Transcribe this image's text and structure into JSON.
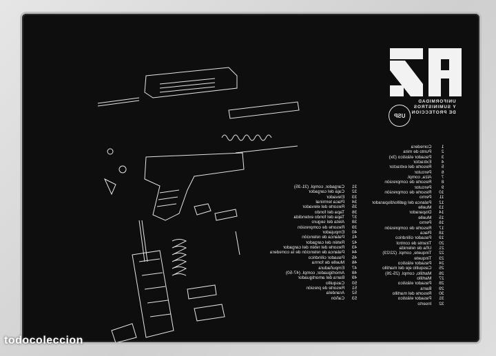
{
  "brand": {
    "logo_text": "HK",
    "slogan_lines": [
      "UNIFORMIDAD",
      "Y SUMINISTROS",
      "DE PROTECCION"
    ],
    "badge_text": "USP"
  },
  "watermark": "todocoleccion",
  "legend_left": [
    {
      "n": "1",
      "label": "Corredera"
    },
    {
      "n": "2",
      "label": "Punto de mira"
    },
    {
      "n": "3",
      "label": "Pasador elástico (3x)"
    },
    {
      "n": "4",
      "label": "Extractor"
    },
    {
      "n": "5",
      "label": "Resorte del extractor"
    },
    {
      "n": "6",
      "label": "Percutor"
    },
    {
      "n": "7",
      "label": "Alza, compl."
    },
    {
      "n": "8",
      "label": "Resorte de compresión"
    },
    {
      "n": "9",
      "label": "Percutor"
    },
    {
      "n": "10",
      "label": "Resorte de compresión"
    },
    {
      "n": "11",
      "label": "Perno"
    },
    {
      "n": "12",
      "label": "Palanca del gatillo/disparador"
    },
    {
      "n": "13",
      "label": "Muelle"
    },
    {
      "n": "14",
      "label": "Disparador"
    },
    {
      "n": "15",
      "label": "Muelle"
    },
    {
      "n": "16",
      "label": "Perno"
    },
    {
      "n": "17",
      "label": "Resorte de compresión"
    },
    {
      "n": "18",
      "label": "Placa"
    },
    {
      "n": "19",
      "label": "Pasador cilíndrico"
    },
    {
      "n": "20",
      "label": "Tirante de control"
    },
    {
      "n": "21",
      "label": "Uña de retenida"
    },
    {
      "n": "22",
      "label": "Tinquete, compl. (22/23)"
    },
    {
      "n": "23",
      "label": "Tinquete"
    },
    {
      "n": "24",
      "label": "Pasador elástico"
    },
    {
      "n": "25",
      "label": "Casquillo eje del martillo"
    },
    {
      "n": "26",
      "label": "Martillo, compl. (25-26)"
    },
    {
      "n": "27",
      "label": "Martillo"
    },
    {
      "n": "28",
      "label": "Pasador elástico"
    },
    {
      "n": "29",
      "label": "Barra"
    },
    {
      "n": "30",
      "label": "Resorte del martillo"
    },
    {
      "n": "31",
      "label": "Pasador elástico"
    },
    {
      "n": "32",
      "label": "Inserto"
    }
  ],
  "legend_right": [
    {
      "n": "31",
      "label": "Cargador, compl. (31-35)"
    },
    {
      "n": "32",
      "label": "Caja del cargador"
    },
    {
      "n": "33",
      "label": "Elevador"
    },
    {
      "n": "34",
      "label": "Placa terminal"
    },
    {
      "n": "35",
      "label": "Resorte del elevador"
    },
    {
      "n": "36",
      "label": "Tapa del fondo"
    },
    {
      "n": "37",
      "label": "Tapa del fondo extendida"
    },
    {
      "n": "38",
      "label": "Aleta del seguro"
    },
    {
      "n": "39",
      "label": "Resorte de compresión"
    },
    {
      "n": "40",
      "label": "Empujador"
    },
    {
      "n": "41",
      "label": "Palanca de retención"
    },
    {
      "n": "42",
      "label": "Retén del cargador"
    },
    {
      "n": "43",
      "label": "Resorte del retén del cargador"
    },
    {
      "n": "44",
      "label": "Palanca de retención de la corredera"
    },
    {
      "n": "45",
      "label": "Pasador cilíndrico"
    },
    {
      "n": "46",
      "label": "Muelle de forma"
    },
    {
      "n": "47",
      "label": "Empuñadura"
    },
    {
      "n": "48",
      "label": "Amortiguador, compl. (47-50)"
    },
    {
      "n": "49",
      "label": "Barra del amortiguador"
    },
    {
      "n": "50",
      "label": "Casquillo"
    },
    {
      "n": "51",
      "label": "Resorte de presión"
    },
    {
      "n": "52",
      "label": "Arandela"
    },
    {
      "n": "53",
      "label": "Cañón"
    }
  ]
}
